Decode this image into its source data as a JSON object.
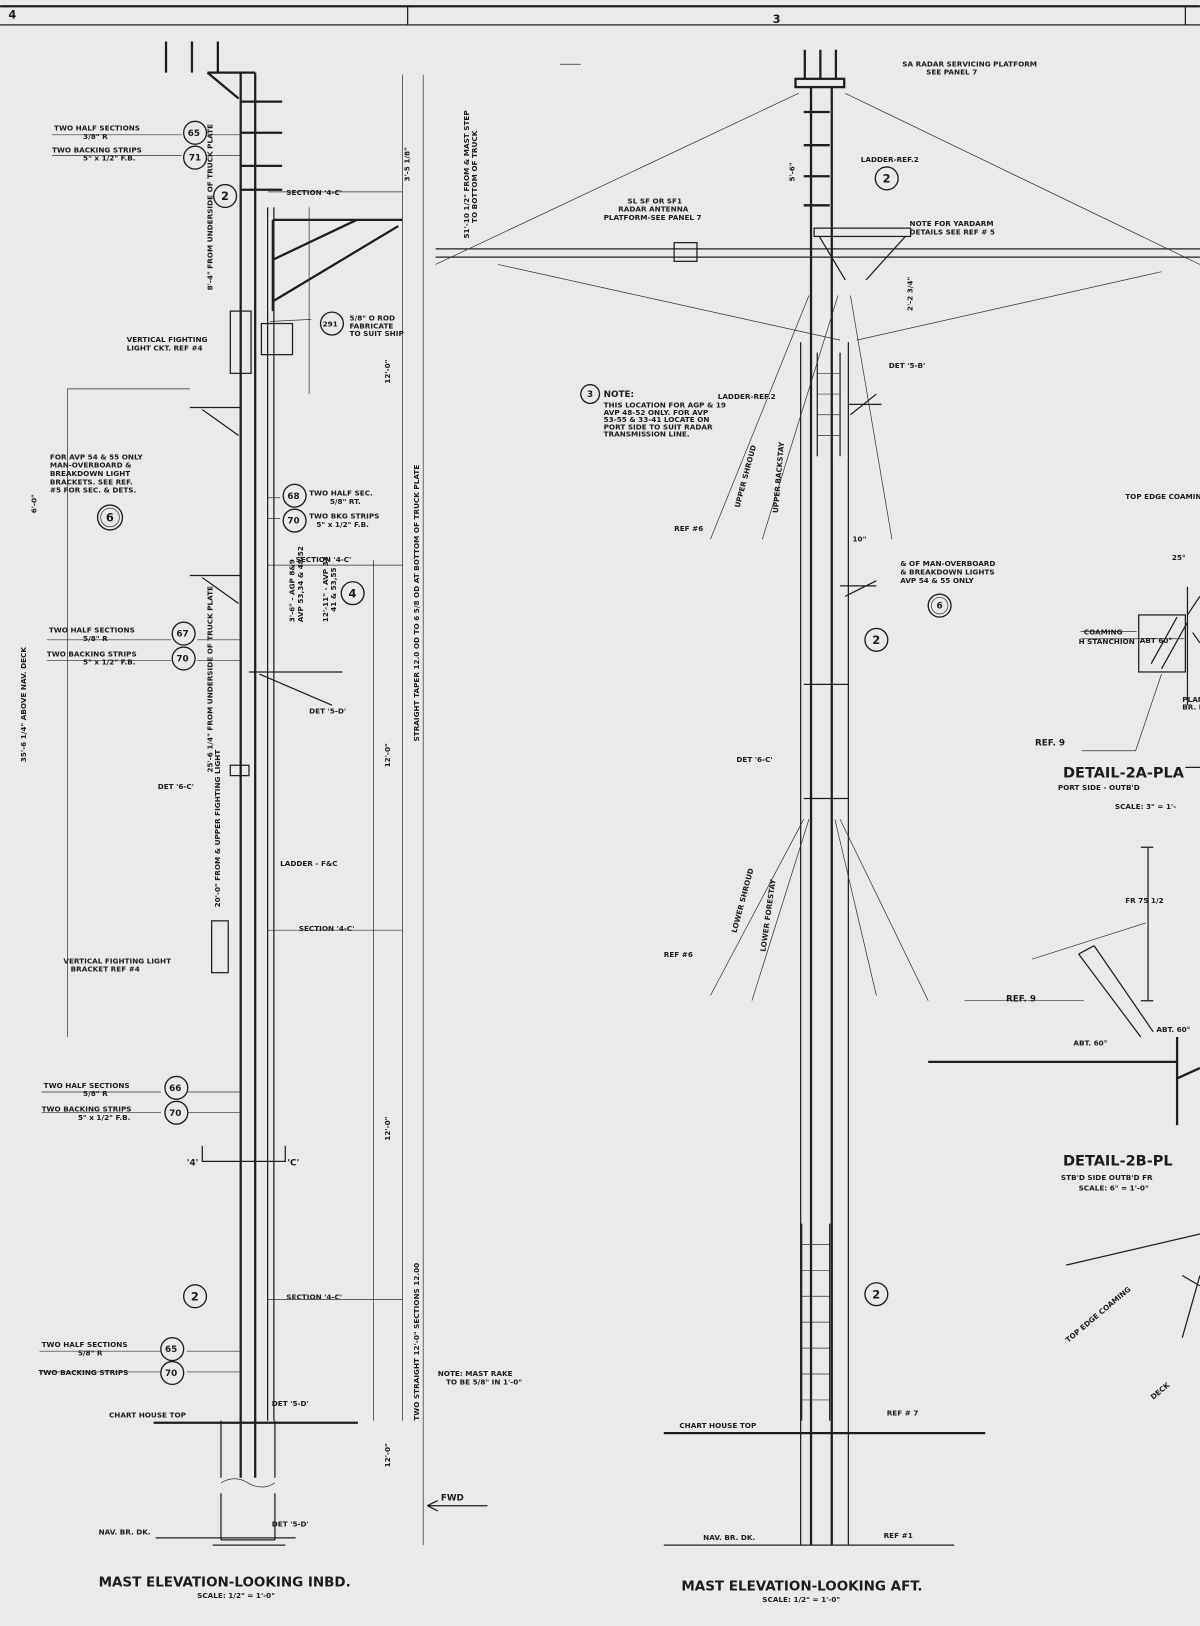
{
  "border": {
    "zone_left": "4",
    "zone_right": "3"
  },
  "left_view": {
    "title": "MAST ELEVATION-LOOKING INBD.",
    "scale": "SCALE: 1/2\" = 1'-0\"",
    "callouts": [
      {
        "num": "65",
        "line1": "TWO HALF SECTIONS",
        "line2": "3/8\" R"
      },
      {
        "num": "71",
        "line1": "TWO BACKING STRIPS",
        "line2": "5\" x 1/2\" F.B."
      },
      {
        "num": "67",
        "line1": "TWO HALF SECTIONS",
        "line2": "5/8\" R"
      },
      {
        "num": "70",
        "line1": "TWO BACKING STRIPS",
        "line2": "5\" x 1/2\" F.B."
      },
      {
        "num": "66",
        "line1": "TWO HALF SECTIONS",
        "line2": "5/8\" R"
      },
      {
        "num": "70",
        "line1": "TWO BACKING STRIPS",
        "line2": "5\" x 1/2\" F.B."
      },
      {
        "num": "65",
        "line1": "TWO HALF SECTIONS",
        "line2": "5/8\" R"
      },
      {
        "num": "70",
        "line1": "TWO BACKING STRIPS",
        "line2": ""
      }
    ],
    "right_callouts": [
      {
        "num": "68",
        "line1": "TWO HALF SEC.",
        "line2": "5/8\" RT."
      },
      {
        "num": "70",
        "line1": "TWO BKG STRIPS",
        "line2": "5\" x 1/2\" F.B."
      },
      {
        "num": "291",
        "line1": "5/8\" O ROD",
        "line2": "FABRICATE",
        "line3": "TO SUIT SHIP"
      }
    ],
    "sheet_circles": [
      "2",
      "6",
      "4",
      "2"
    ],
    "labels": {
      "section_1": "SECTION '4-C'",
      "section_2": "SECTION '4-C'",
      "section_3": "SECTION '4-C'",
      "section_4": "SECTION '4-C'",
      "fighting_light_1": [
        "VERTICAL FIGHTING",
        "LIGHT CKT. REF #4"
      ],
      "fighting_light_2": [
        "VERTICAL FIGHTING LIGHT",
        "BRACKET REF #4"
      ],
      "man_overboard": [
        "FOR AVP 54 & 55 ONLY",
        "MAN-OVERBOARD &",
        "BREAKDOWN LIGHT",
        "BRACKETS. SEE REF.",
        "#5 FOR SEC. & DETS."
      ],
      "det_5d_1": "DET '5-D'",
      "det_6c": "DET '6-C'",
      "det_5d_2": "DET '5-D'",
      "det_5d_3": "DET '5-D'",
      "ladder": "LADDER - F&C",
      "chart_house": "CHART HOUSE TOP",
      "nav_br": "NAV. BR. DK.",
      "section_mark_a": "'4'",
      "section_mark_c": "'C'",
      "rake_note": [
        "NOTE: MAST RAKE",
        "TO BE 5/8\" IN 1'-0\""
      ],
      "fwd": "FWD",
      "dim_top": "3'-5 1/8\"",
      "dim_12a": "12'-0\"",
      "dim_12b": "12'-0\"",
      "dim_12c": "12'-0\"",
      "dim_12d": "12'-0\"",
      "dim_6": "6'-0\"",
      "dim_nav": "35'-6 1/4\" ABOVE NAV. DECK",
      "dim_truck": "8'-4\" FROM UNDERSIDE OF TRUCK PLATE",
      "dim_truck2": "25'-6 1/4\" FROM UNDERSIDE OF TRUCK PLATE",
      "dim_fighting": "20'-0\" FROM & UPPER FIGHTING LIGHT",
      "dim_avp": [
        "3'-6\" - AGP 8&9",
        "AVP 53,34 & 48-52"
      ],
      "dim_avp2": [
        "12'-11\" - AVP 33",
        "41 & 53,55"
      ],
      "taper": "STRAIGHT TAPER 12.0 OD TO 6 5/8 OD AT BOTTOM OF TRUCK PLATE",
      "straight": "TWO STRAIGHT 12'-0\" SECTIONS 12.00",
      "mast_step": [
        "51'-10 1/2\" FROM & MAST STEP",
        "TO BOTTOM OF TRUCK"
      ]
    }
  },
  "right_view": {
    "title": "MAST ELEVATION-LOOKING AFT.",
    "scale": "SCALE: 1/2\" = 1'-0\"",
    "labels": {
      "radar_platform": [
        "SA RADAR SERVICING PLATFORM",
        "SEE PANEL 7"
      ],
      "antenna_platform": [
        "SL SF OR SF1",
        "RADAR ANTENNA",
        "PLATFORM-SEE PANEL 7"
      ],
      "yardarm_note": [
        "NOTE FOR YARDARM",
        "DETAILS SEE REF # 5"
      ],
      "ladder_ref_1": "LADDER-REF.2",
      "ladder_ref_2": "LADDER-REF.2",
      "det_5b": "DET '5-B'",
      "note_title": "NOTE:",
      "note_body": [
        "THIS LOCATION FOR AGP & 19",
        "AVP 48-52 ONLY. FOR AVP",
        "53-55 & 33-41 LOCATE ON",
        "PORT SIDE TO SUIT RADAR",
        "TRANSMISSION LINE."
      ],
      "ref6_a": "REF #6",
      "ref6_b": "REF #6",
      "upper_shroud": "UPPER SHROUD",
      "upper_backstay": "UPPER BACKSTAY",
      "lower_shroud": "LOWER SHROUD",
      "lower_forestay": "LOWER FORESTAY",
      "man_overboard": [
        "& OF MAN-OVERBOARD",
        "& BREAKDOWN LIGHTS",
        "AVP 54 & 55 ONLY"
      ],
      "dim_10": "10\"",
      "dim_5_6": "5'-6\"",
      "dim_2": "2'-2 3/4\"",
      "det_6c": "DET '6-C'",
      "chart_house": "CHART HOUSE TOP",
      "ref7": "REF # 7",
      "nav_br": "NAV. BR. DK.",
      "ref1": "REF #1"
    },
    "sheet_circles": [
      "2",
      "3",
      "6",
      "2",
      "2"
    ]
  },
  "details": {
    "top_edge": "TOP EDGE COAMING",
    "coaming": "COAMING",
    "stanchion": "H STANCHION",
    "ref9a": "REF. 9",
    "ref9b": "REF. 9",
    "angle_25": "25°",
    "abt60": "ABT 60°",
    "abt60b": "ABT. 60°",
    "abt60c": "ABT. 60°",
    "plan": [
      "PLAN",
      "BR. DK."
    ],
    "fr": "FR 75 1/2",
    "detail_2a": "DETAIL-2A-PLA",
    "detail_2a_sub": "PORT SIDE - OUTB'D",
    "detail_2a_scale": "SCALE: 3\" = 1'-",
    "detail_2b": "DETAIL-2B-PL",
    "detail_2b_sub": "STB'D SIDE OUTB'D FR",
    "detail_2b_scale": "SCALE: 6\" = 1'-0\"",
    "top_edge_2": "TOP EDGE COAMING",
    "deck": "DECK"
  }
}
